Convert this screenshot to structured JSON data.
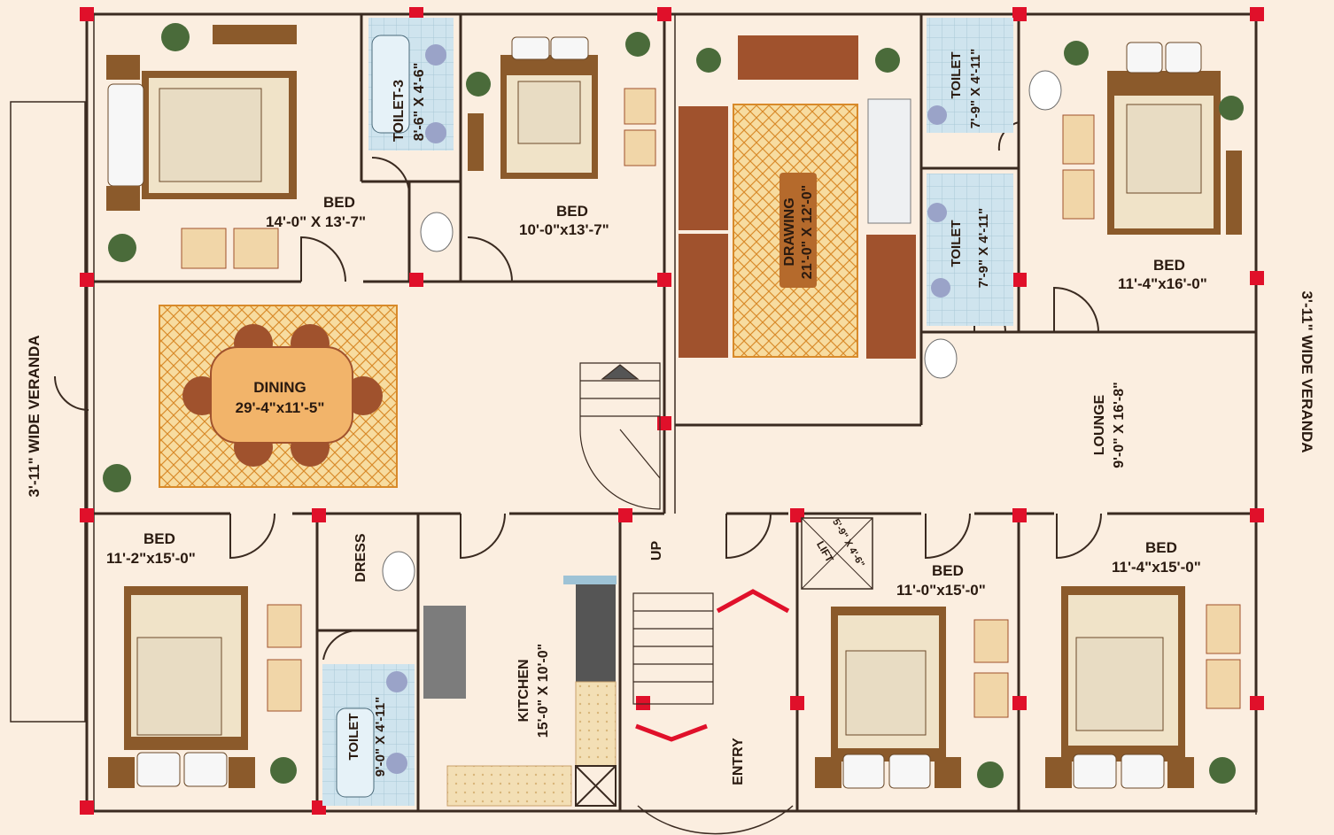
{
  "rooms": {
    "bed_top_left": {
      "name": "BED",
      "size": "14'-0\" X 13'-7\""
    },
    "toilet_3": {
      "name": "TOILET-3",
      "size": "8'-6\" X 4'-6\""
    },
    "bed_top_mid": {
      "name": "BED",
      "size": "10'-0\"x13'-7\""
    },
    "drawing": {
      "name": "DRAWING",
      "size": "21'-0\" X 12'-0\""
    },
    "toilet_top": {
      "name": "TOILET",
      "size": "7'-9\" X 4'-11\""
    },
    "toilet_mid": {
      "name": "TOILET",
      "size": "7'-9\" X 4'-11\""
    },
    "bed_top_right": {
      "name": "BED",
      "size": "11'-4\"x16'-0\""
    },
    "dining": {
      "name": "DINING",
      "size": "29'-4\"x11'-5\""
    },
    "lounge": {
      "name": "LOUNGE",
      "size": "9'-0\" X 16'-8\""
    },
    "bed_bottom_left": {
      "name": "BED",
      "size": "11'-2\"x15'-0\""
    },
    "dress": {
      "name": "DRESS"
    },
    "toilet_bottom": {
      "name": "TOILET",
      "size": "9'-0\" X 4'-11\""
    },
    "kitchen": {
      "name": "KITCHEN",
      "size": "15'-0\" X 10'-0\""
    },
    "lift": {
      "name": "LIFT",
      "size": "5'-9\" X 4'-6\""
    },
    "bed_bottom_mid": {
      "name": "BED",
      "size": "11'-0\"x15'-0\""
    },
    "bed_bottom_right": {
      "name": "BED",
      "size": "11'-4\"x15'-0\""
    }
  },
  "stairs": {
    "up_label": "UP",
    "entry_label": "ENTRY"
  },
  "verandas": {
    "left": "3'-11\" WIDE VERANDA",
    "right": "3'-11\" WIDE VERANDA"
  },
  "colors": {
    "background": "#fbeee0",
    "wall": "#3a2a20",
    "column": "#e0102a",
    "toilet_floor": "#cfe4ee",
    "sofa": "#a0522d",
    "bed_frame": "#8b5a2b",
    "rug": "#f2b64a",
    "label_plate": "#b56a2c"
  },
  "icons": [
    "bed-icon",
    "sofa-icon",
    "armchair-icon",
    "plant-icon",
    "washbasin-icon",
    "wc-icon",
    "bathtub-icon",
    "stove-icon",
    "sink-icon",
    "dining-table-icon",
    "lift-icon",
    "stairs-icon",
    "arrow-up-icon"
  ]
}
